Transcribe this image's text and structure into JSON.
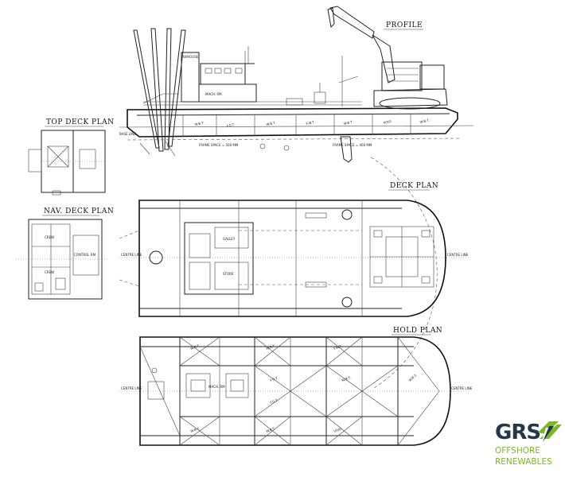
{
  "views": {
    "profile": "PROFILE",
    "top_deck": "TOP DECK PLAN",
    "nav_deck": "NAV. DECK PLAN",
    "deck": "DECK PLAN",
    "hold": "HOLD PLAN"
  },
  "labels": {
    "wheel": "W/HOUSE",
    "mach_rm": "MACH. RM.",
    "galley": "GALLEY",
    "store": "STORE",
    "crew_a": "CREW",
    "crew_b": "CREW",
    "control": "CONTROL RM",
    "mach_hold": "MACH. RM",
    "base": "BASE LINE",
    "centre": "CENTRE LINE",
    "frame_space_a": "FRAME SPACE = 500 MM",
    "frame_space_b": "FRAME SPACE = 400 MM",
    "wbt": "W.B.T.",
    "fot": "F.O.T.",
    "fwt": "F.W.T.",
    "void": "VOID"
  },
  "logo": {
    "letters": "GRS",
    "line1": "OFFSHORE",
    "line2": "RENEWABLES",
    "colors": {
      "navy": "#24364a",
      "green": "#7ab828"
    }
  }
}
